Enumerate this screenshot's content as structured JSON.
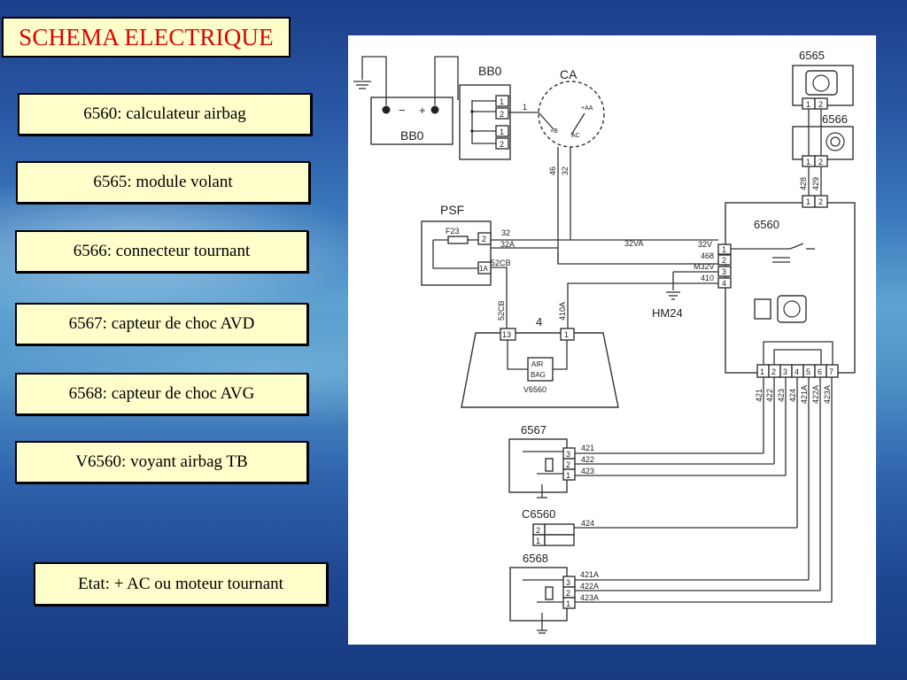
{
  "slide": {
    "title": "SCHEMA ELECTRIQUE",
    "legend": [
      "6560: calculateur airbag",
      "6565: module  volant",
      "6566: connecteur tournant",
      "6567: capteur de choc AVD",
      "6568: capteur de choc AVG",
      "V6560: voyant airbag TB"
    ],
    "state": "Etat:  + AC ou moteur tournant"
  },
  "diagram": {
    "components": {
      "bb0_top": "BB0",
      "bb0_battery": "BB0",
      "battery_minus": "−",
      "battery_plus": "+",
      "ca": "CA",
      "ca_aa": "+AA",
      "ca_b": "+B",
      "ca_ac": "AC",
      "psf": "PSF",
      "f23": "F23",
      "c6565": "6565",
      "c6566": "6566",
      "c6560": "6560",
      "hm24": "HM24",
      "num4": "4",
      "airbag_line1": "AIR",
      "airbag_line2": "BAG",
      "v6560": "V6560",
      "c6567": "6567",
      "c6568": "6568",
      "cc6560": "C6560"
    },
    "pins": {
      "p1": "1",
      "p2": "2",
      "p3": "3",
      "p4": "4",
      "p5": "5",
      "p6": "6",
      "p7": "7",
      "p13": "13",
      "p1a": "1A"
    },
    "wires": {
      "w1": "1",
      "w46": "46",
      "w32": "32",
      "w32a": "32A",
      "w32va": "32VA",
      "w32v": "32V",
      "w468": "468",
      "wm32v": "M32V",
      "w410": "410",
      "w52cb": "52CB",
      "w410a": "410A",
      "w428": "428",
      "w429": "429",
      "w421": "421",
      "w422": "422",
      "w423": "423",
      "w424": "424",
      "w421a": "421A",
      "w422a": "422A",
      "w423a": "423A"
    }
  }
}
